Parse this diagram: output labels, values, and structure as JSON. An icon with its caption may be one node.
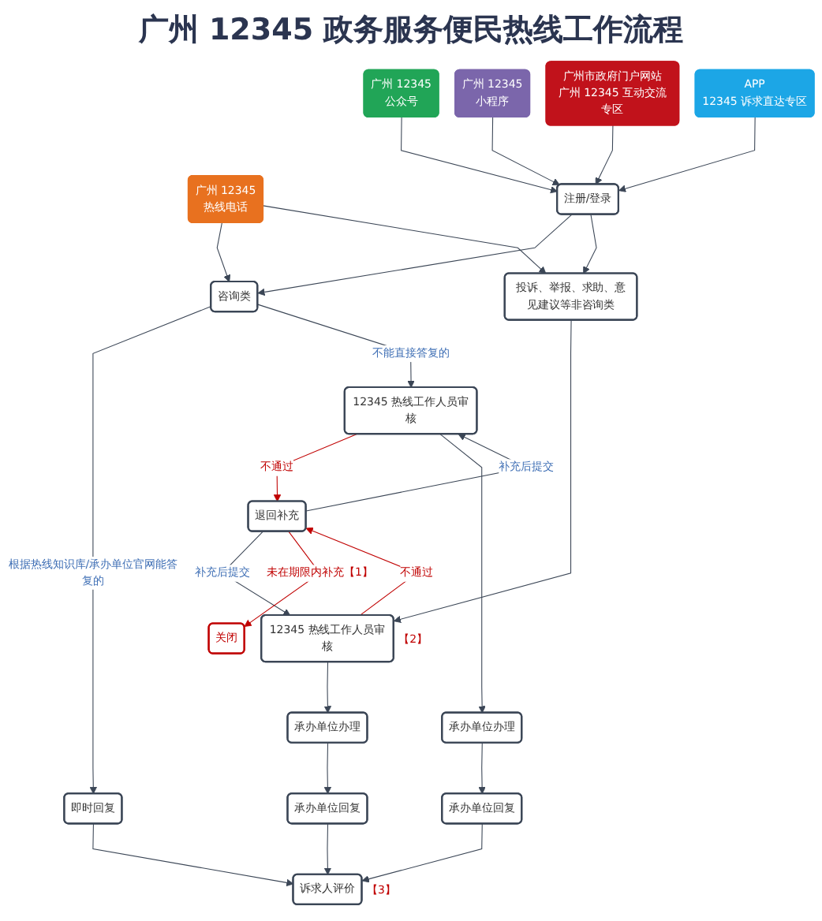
{
  "diagram": {
    "title": "广州 12345 政务服务便民热线工作流程",
    "nodes": [
      {
        "text": [
          "广州 12345",
          "热线电话"
        ]
      },
      {
        "text": [
          "广州 12345",
          "公众号"
        ]
      },
      {
        "text": [
          "广州 12345",
          "小程序"
        ]
      },
      {
        "text": [
          "广州市政府门户网站",
          "广州 12345 互动交流专区"
        ]
      },
      {
        "text": [
          "APP",
          "12345 诉求直达专区"
        ]
      },
      {
        "text": [
          "注册/登录"
        ]
      },
      {
        "text": [
          "咨询类"
        ]
      },
      {
        "text": [
          "投诉、举报、求助、意见建议等非咨询类"
        ]
      },
      {
        "text": [
          "即时回复"
        ]
      },
      {
        "text": [
          "12345 热线工作人员审核"
        ]
      },
      {
        "text": [
          "退回补充"
        ]
      },
      {
        "text": [
          "12345 热线工作人员审核"
        ],
        "beside": [
          "【2】"
        ]
      },
      {
        "text": [
          "承办单位办理"
        ]
      },
      {
        "text": [
          "关闭"
        ]
      },
      {
        "text": [
          "承办单位办理"
        ]
      },
      {
        "text": [
          "承办单位回复"
        ]
      },
      {
        "text": [
          "承办单位回复"
        ]
      },
      {
        "text": [
          "诉求人评价"
        ],
        "beside": [
          "【3】"
        ]
      }
    ],
    "edges": [
      {
        "from": 1,
        "to": 5,
        "arrow": "to"
      },
      {
        "from": 2,
        "to": 5,
        "arrow": "to"
      },
      {
        "from": 3,
        "to": 5,
        "arrow": "to"
      },
      {
        "from": 4,
        "to": 5,
        "arrow": "to"
      },
      {
        "from": 0,
        "to": 6,
        "arrow": "to"
      },
      {
        "from": 0,
        "to": 7,
        "arrow": "to"
      },
      {
        "from": 5,
        "to": 6,
        "arrow": "to"
      },
      {
        "from": 5,
        "to": 7,
        "arrow": "to"
      },
      {
        "from": 6,
        "to": 8,
        "arrow": "to",
        "label": "根据热线知识库/承办单位官网能答复的"
      },
      {
        "from": 6,
        "to": 9,
        "arrow": "to",
        "label": "不能直接答复的"
      },
      {
        "from": 7,
        "to": 11,
        "arrow": "to"
      },
      {
        "from": 9,
        "to": 10,
        "arrow": "to",
        "label": "不通过",
        "color": "#c00000"
      },
      {
        "from": 10,
        "to": 9,
        "arrow": "to",
        "label": "补充后提交"
      },
      {
        "from": 11,
        "to": 10,
        "arrow": "to",
        "label": "不通过",
        "color": "#c00000"
      },
      {
        "from": 10,
        "to": 11,
        "arrow": "to",
        "label": "补充后提交"
      },
      {
        "from": 10,
        "to": 13,
        "arrow": "to",
        "label": "未在期限内补充【1】",
        "color": "#c00000"
      },
      {
        "from": 9,
        "to": 12,
        "arrow": "to"
      },
      {
        "from": 11,
        "to": 14,
        "arrow": "to"
      },
      {
        "from": 12,
        "to": 15,
        "arrow": "to"
      },
      {
        "from": 14,
        "to": 16,
        "arrow": "to"
      },
      {
        "from": 8,
        "to": 17,
        "arrow": "to"
      },
      {
        "from": 15,
        "to": 17,
        "arrow": "to"
      },
      {
        "from": 16,
        "to": 17,
        "arrow": "to"
      }
    ]
  }
}
